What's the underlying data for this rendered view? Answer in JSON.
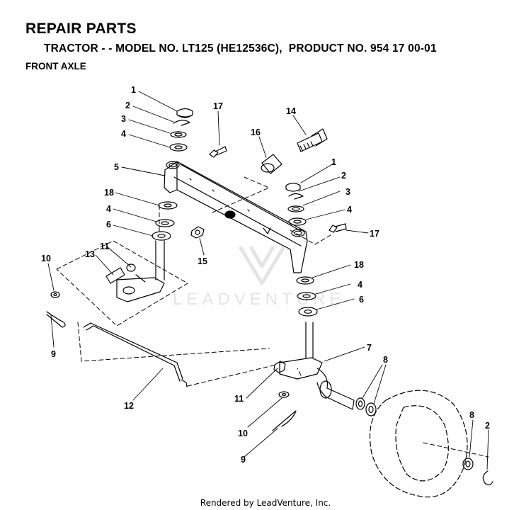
{
  "header": {
    "title": "REPAIR PARTS",
    "subtitle": "TRACTOR - - MODEL NO. LT125 (HE12536C),  PRODUCT NO. 954 17 00-01",
    "section": "FRONT AXLE"
  },
  "watermark": "LEADVENTURE",
  "footer": "Rendered by LeadVenture, Inc.",
  "callouts": {
    "c1a": "1",
    "c2a": "2",
    "c3a": "3",
    "c4a": "4",
    "c5": "5",
    "c17a": "17",
    "c14": "14",
    "c16": "16",
    "c1b": "1",
    "c2b": "2",
    "c3b": "3",
    "c4b": "4",
    "c17b": "17",
    "c18a": "18",
    "c4c": "4",
    "c6a": "6",
    "c15": "15",
    "c11a": "11",
    "c13": "13",
    "c10a": "10",
    "c9a": "9",
    "c18b": "18",
    "c4d": "4",
    "c6b": "6",
    "c7": "7",
    "c8a": "8",
    "c12": "12",
    "c11b": "11",
    "c10b": "10",
    "c9b": "9",
    "c8b": "8",
    "c2c": "2"
  },
  "colors": {
    "ink": "#000000",
    "watermark": "#e4e4e4"
  }
}
